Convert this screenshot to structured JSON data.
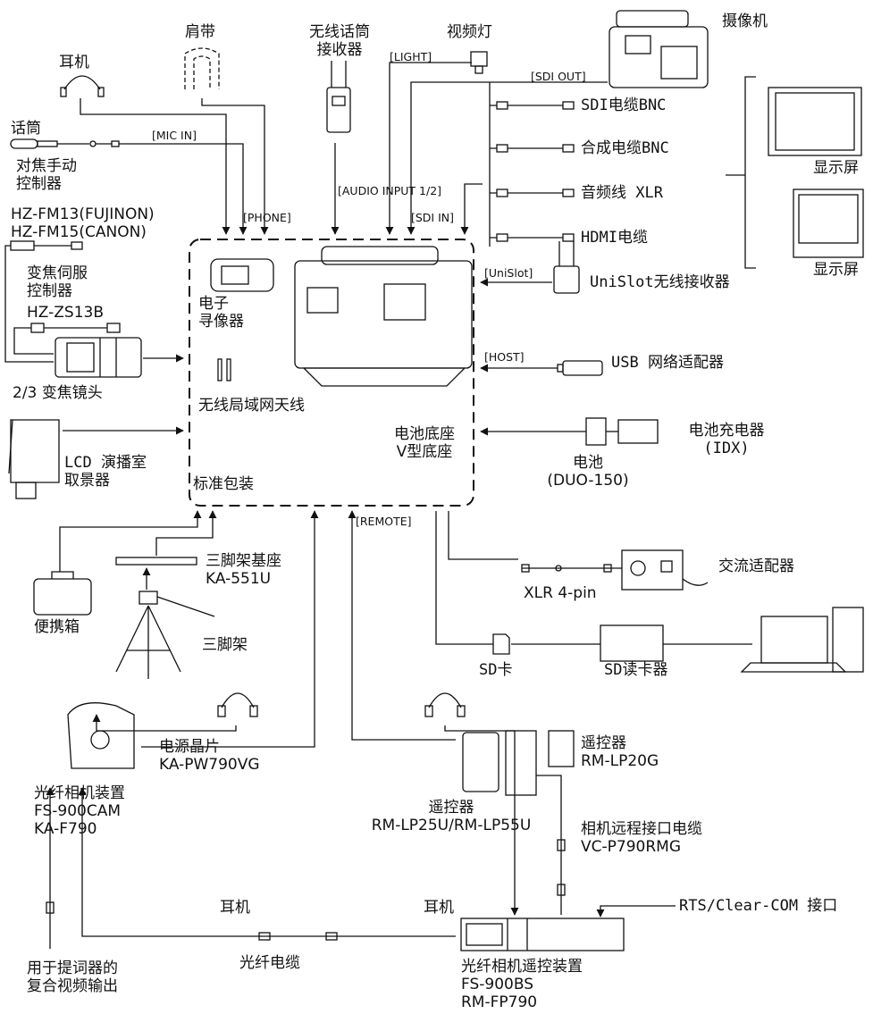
{
  "top": {
    "headphone": "耳机",
    "shoulder_strap": "肩带",
    "wireless_mic_receiver": "无线话筒\n接收器",
    "video_light": "视频灯",
    "camera": "摄像机"
  },
  "left": {
    "microphone": "话筒",
    "focus_controller": "对焦手动\n控制器",
    "focus_models": "HZ-FM13(FUJINON)\nHZ-FM15(CANON)",
    "zoom_controller": "变焦伺服\n控制器",
    "zoom_model": "HZ-ZS13B",
    "zoom_lens": "2/3 变焦镜头",
    "lcd_viewfinder": "LCD 演播室\n取景器",
    "carry_case": "便携箱",
    "tripod_base": "三脚架基座\nKA-551U",
    "tripod": "三脚架",
    "power_plate": "电源晶片\nKA-PW790VG",
    "fiber_camera_unit": "光纤相机装置\nFS-900CAM\nKA-F790",
    "headphone_left": "耳机",
    "fiber_cable": "光纤电缆",
    "prompter_output": "用于提词器的\n复合视频输出"
  },
  "center": {
    "electronic_viewfinder": "电子\n寻像器",
    "wlan_antenna": "无线局域网天线",
    "battery_mount": "电池底座\nV型底座",
    "standard_package": "标准包装"
  },
  "ports": {
    "mic_in": "[MIC IN]",
    "phone": "[PHONE]",
    "audio_input": "[AUDIO\nINPUT\n1/2]",
    "light": "[LIGHT]",
    "sdi_out": "[SDI OUT]",
    "sdi_in": "[SDI IN]",
    "unislot": "[UniSlot]",
    "host": "[HOST]",
    "remote": "[REMOTE]"
  },
  "right": {
    "sdi_cable": "SDI电缆BNC",
    "composite_cable": "合成电缆BNC",
    "audio_cable": "音频线 XLR",
    "hdmi_cable": "HDMI电缆",
    "monitor_1": "显示屏",
    "monitor_2": "显示屏",
    "unislot_receiver": "UniSlot无线接收器",
    "usb_adapter": "USB 网络适配器",
    "battery_charger": "电池充电器\n(IDX)",
    "battery": "电池\n(DUO-150)",
    "ac_adapter": "交流适配器",
    "xlr_4pin": "XLR 4-pin",
    "sd_card": "SD卡",
    "sd_reader": "SD读卡器"
  },
  "bottom": {
    "remote_lp20g": "遥控器\nRM-LP20G",
    "remote_lp25u": "遥控器\nRM-LP25U/RM-LP55U",
    "remote_cable": "相机远程接口电缆\nVC-P790RMG",
    "headphone_bottom": "耳机",
    "rts_interface": "RTS/Clear-COM 接口",
    "fiber_base_unit": "光纤相机遥控装置\nFS-900BS\nRM-FP790"
  }
}
